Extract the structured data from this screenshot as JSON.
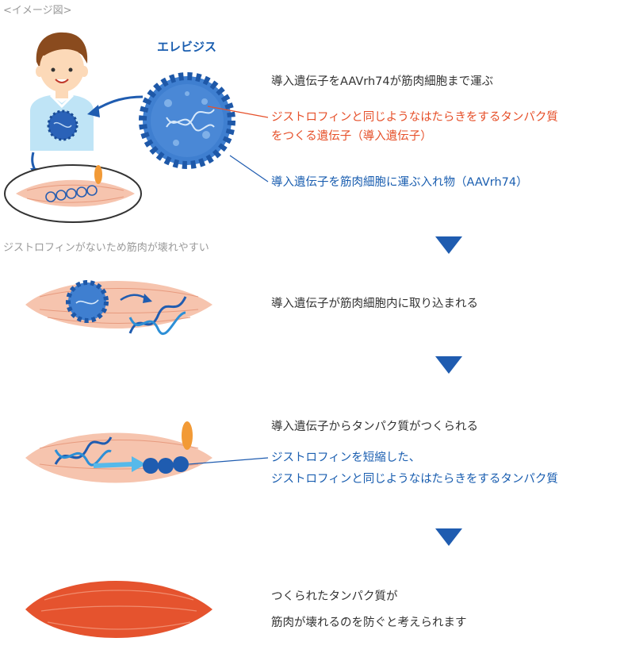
{
  "caption": "<イメージ図>",
  "brand": "エレビジス",
  "step1": {
    "line1": "導入遺伝子をAAVrh74が筋肉細胞まで運ぶ",
    "red_line1": "ジストロフィンと同じようなはたらきをするタンパク質",
    "red_line2": "をつくる遺伝子（導入遺伝子）",
    "blue_line": "導入遺伝子を筋肉細胞に運ぶ入れ物（AAVrh74）"
  },
  "note": "ジストロフィンがないため筋肉が壊れやすい",
  "step2": {
    "line1": "導入遺伝子が筋肉細胞内に取り込まれる"
  },
  "step3": {
    "line1": "導入遺伝子からタンパク質がつくられる",
    "blue_line1": "ジストロフィンを短縮した、",
    "blue_line2": "ジストロフィンと同じようなはたらきをするタンパク質"
  },
  "step4": {
    "line1": "つくられたタンパク質が",
    "line2": "筋肉が壊れるのを防ぐと考えられます"
  },
  "colors": {
    "accent_blue": "#1a5eb0",
    "accent_red": "#e6502a",
    "muscle_pale": "#f6c4ae",
    "muscle_red": "#e5532e",
    "arrow": "#1f5cb0"
  }
}
